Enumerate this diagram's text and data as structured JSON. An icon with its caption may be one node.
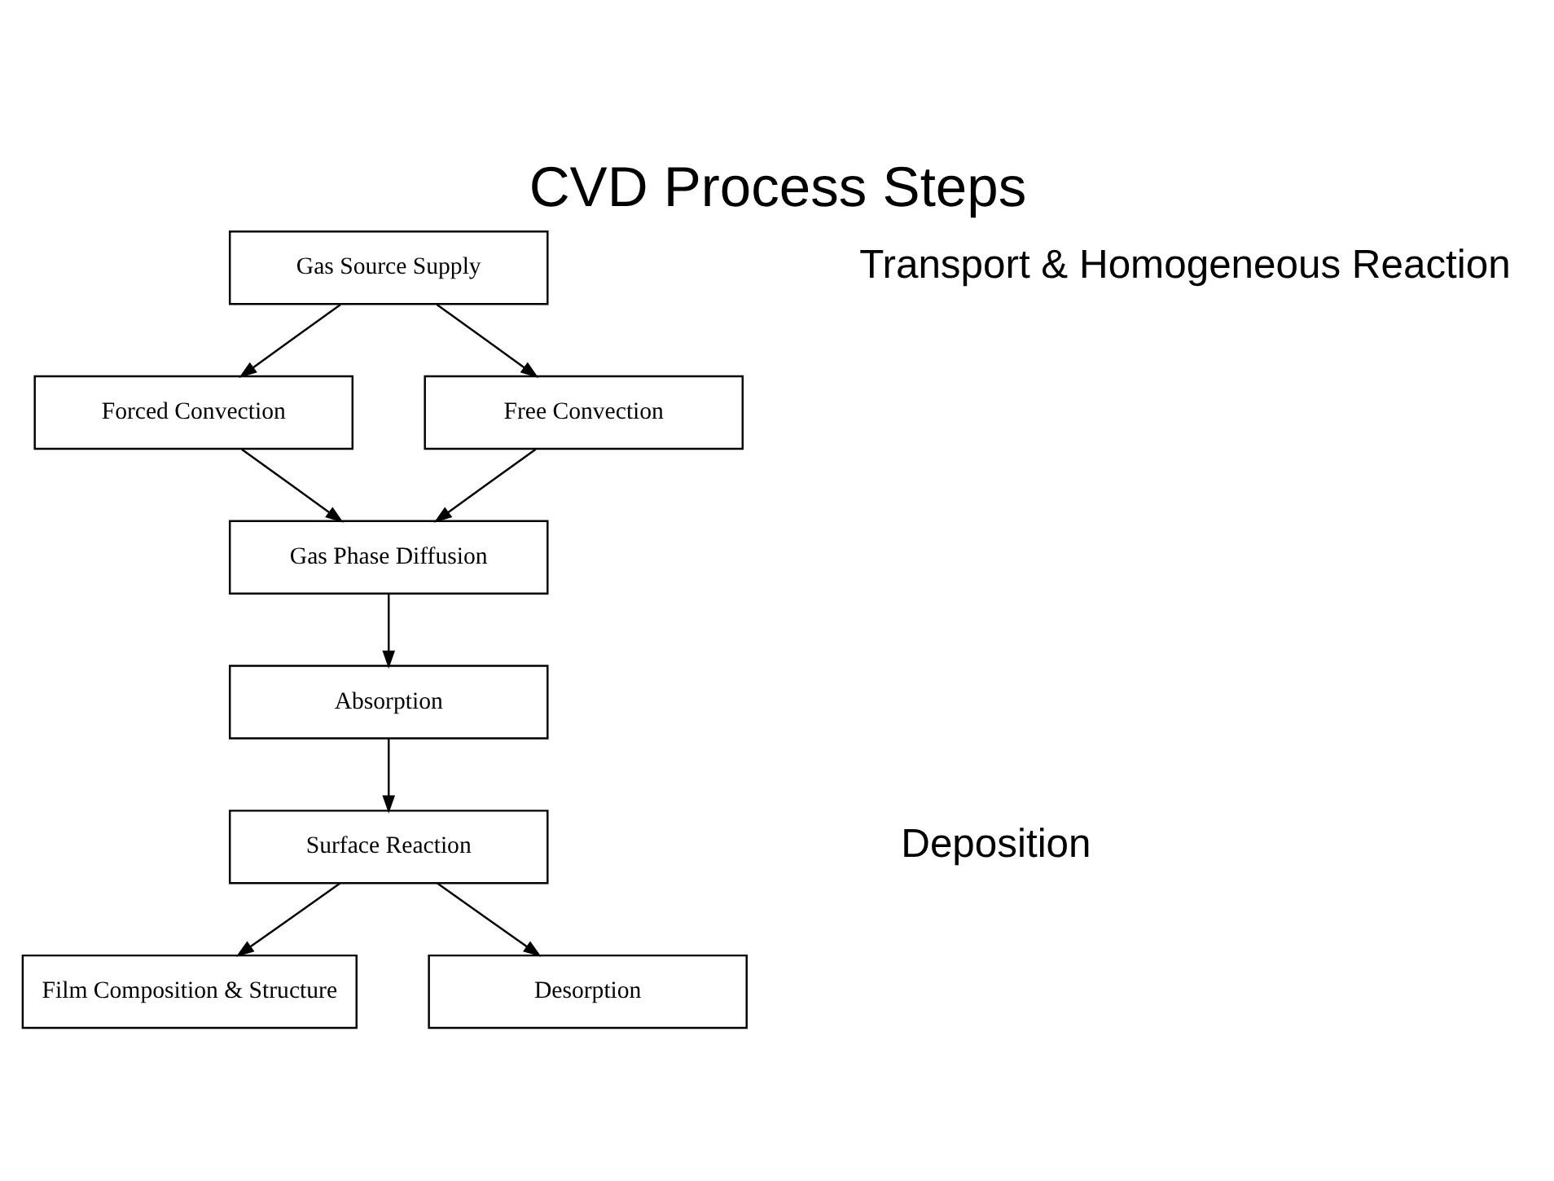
{
  "diagram": {
    "title": "CVD Process Steps",
    "nodes": [
      {
        "text": [
          "Gas Source Supply"
        ]
      },
      {
        "text": [
          "Forced Convection"
        ]
      },
      {
        "text": [
          "Free Convection"
        ]
      },
      {
        "text": [
          "Gas Phase Diffusion"
        ]
      },
      {
        "text": [
          "Absorption"
        ]
      },
      {
        "text": [
          "Surface Reaction"
        ]
      },
      {
        "text": [
          "Film Composition & Structure"
        ]
      },
      {
        "text": [
          "Desorption"
        ]
      }
    ],
    "edges": [
      {
        "from": 0,
        "to": 1,
        "arrow": "to"
      },
      {
        "from": 0,
        "to": 2,
        "arrow": "to"
      },
      {
        "from": 1,
        "to": 3,
        "arrow": "to"
      },
      {
        "from": 2,
        "to": 3,
        "arrow": "to"
      },
      {
        "from": 3,
        "to": 4,
        "arrow": "to"
      },
      {
        "from": 4,
        "to": 5,
        "arrow": "to"
      },
      {
        "from": 5,
        "to": 6,
        "arrow": "to"
      },
      {
        "from": 5,
        "to": 7,
        "arrow": "to"
      }
    ],
    "labels": [
      "Transport & Homogeneous Reaction",
      "Deposition"
    ]
  }
}
